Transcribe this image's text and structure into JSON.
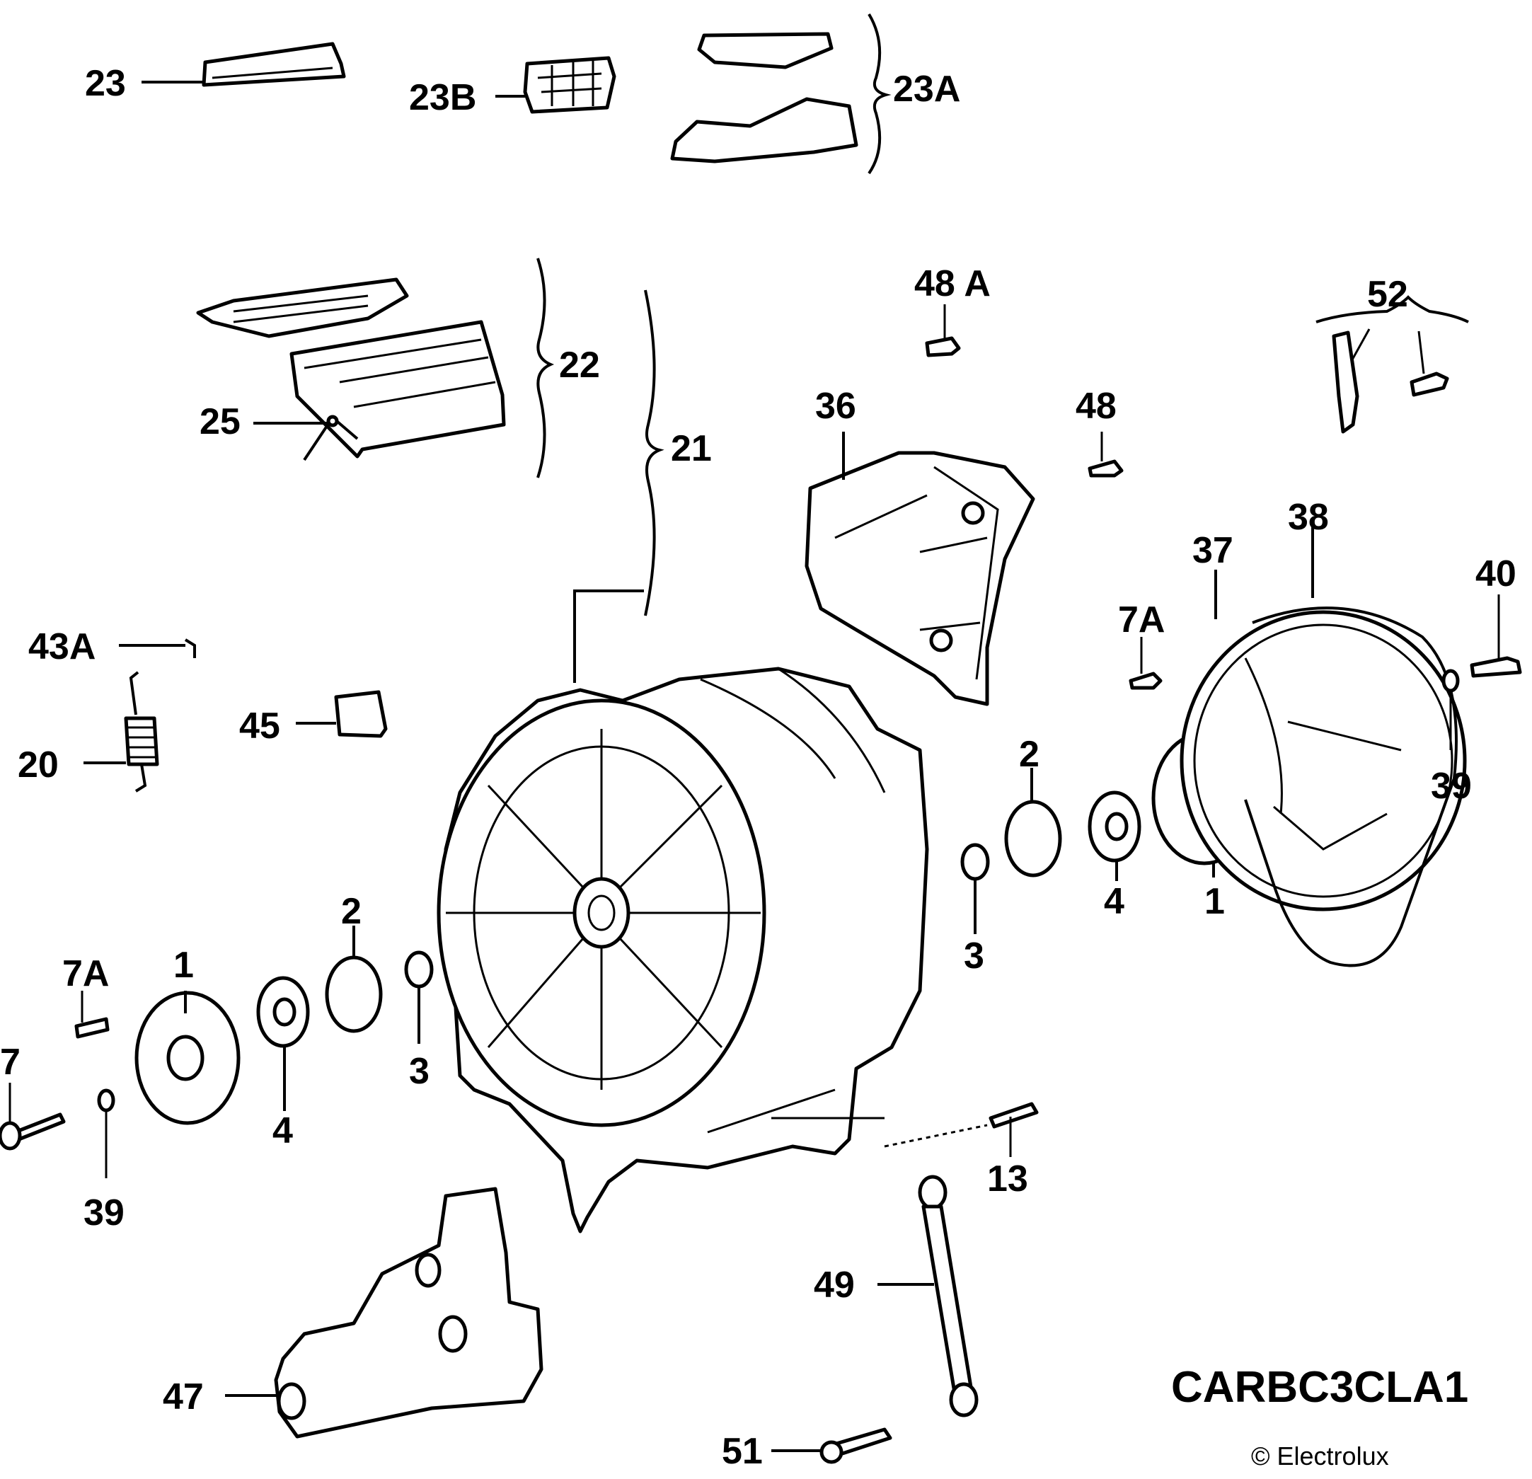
{
  "diagram": {
    "callouts": {
      "c23": "23",
      "c23B": "23B",
      "c23A": "23A",
      "c22": "22",
      "c21": "21",
      "c25": "25",
      "c48A": "48 A",
      "c52": "52",
      "c36": "36",
      "c48": "48",
      "c38": "38",
      "c37": "37",
      "c40": "40",
      "c7A_right": "7A",
      "c43A": "43A",
      "c45": "45",
      "c20": "20",
      "c2_right": "2",
      "c39_right": "39",
      "c4_right": "4",
      "c1_right": "1",
      "c3_right": "3",
      "c2_left": "2",
      "c7A_left": "7A",
      "c1_left": "1",
      "c7": "7",
      "c3_left": "3",
      "c4_left": "4",
      "c39_left": "39",
      "c13": "13",
      "c49": "49",
      "c47": "47",
      "c51": "51"
    },
    "model_code": "CARBC3CLA1",
    "copyright": "© Electrolux"
  }
}
